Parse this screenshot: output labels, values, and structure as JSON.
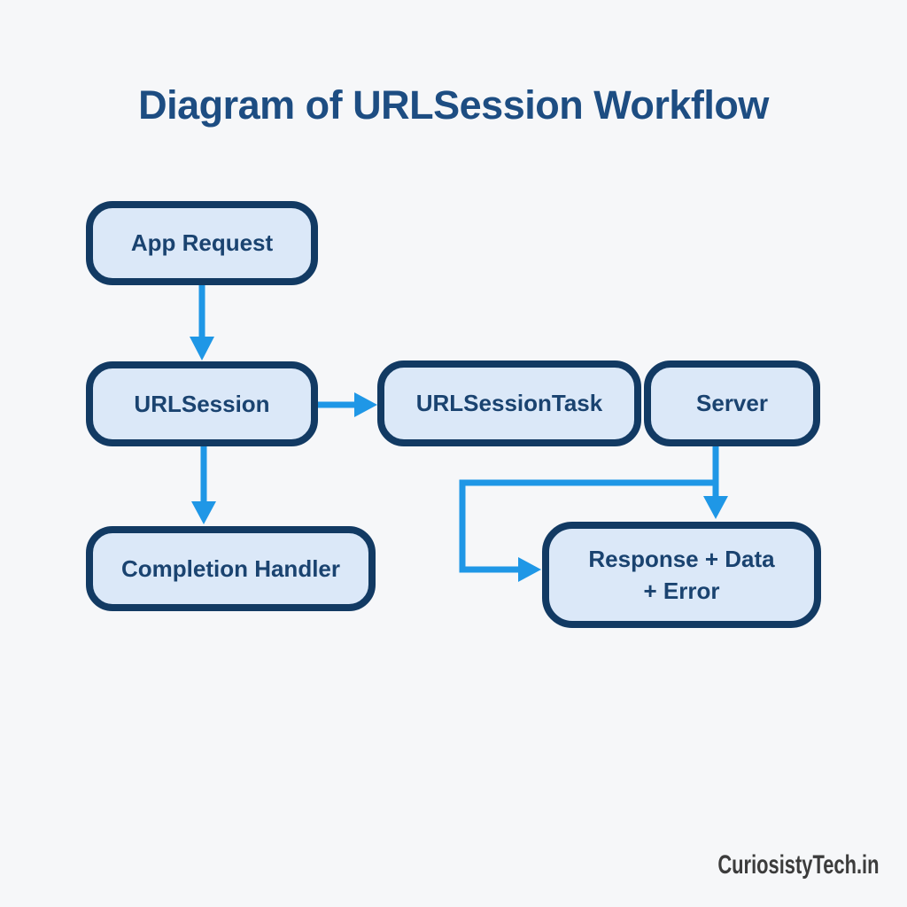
{
  "title": "Diagram of URLSession Workflow",
  "watermark": "CuriosistyTech.in",
  "nodes": {
    "app_request": {
      "label": "App Request"
    },
    "urlsession": {
      "label": "URLSession"
    },
    "urlsessiontask": {
      "label": "URLSessionTask"
    },
    "server": {
      "label": "Server"
    },
    "completion_handler": {
      "label": "Completion Handler"
    },
    "response": {
      "line1": "Response + Data",
      "line2": "+ Error"
    }
  },
  "edges": [
    {
      "from": "App Request",
      "to": "URLSession",
      "shape": "straight-down"
    },
    {
      "from": "URLSession",
      "to": "URLSessionTask",
      "shape": "straight-right"
    },
    {
      "from": "URLSession",
      "to": "Completion Handler",
      "shape": "straight-down"
    },
    {
      "from": "Server",
      "to": "Response + Data + Error",
      "shape": "straight-down"
    },
    {
      "from": "Server",
      "to": "Response + Data + Error",
      "shape": "elbow-left-down-right"
    }
  ],
  "colors": {
    "background": "#f6f7f9",
    "box_fill": "#dbe8f8",
    "box_border": "#123a63",
    "box_text": "#1a4370",
    "arrow": "#1f97e6",
    "title": "#1d4d82",
    "watermark": "#3c3c3c"
  }
}
